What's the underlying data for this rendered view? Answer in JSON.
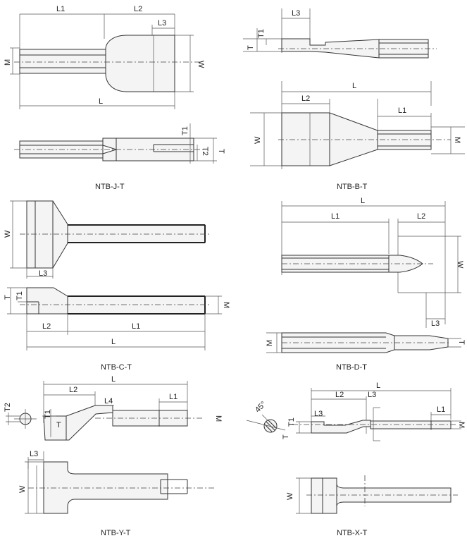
{
  "figures": [
    {
      "caption": "NTB-J-T",
      "labels": {
        "L1": "L1",
        "L2": "L2",
        "L3": "L3",
        "M": "M",
        "W": "W",
        "L": "L",
        "T1": "T1",
        "T2": "T2",
        "T": "T"
      }
    },
    {
      "caption": "NTB-B-T",
      "labels": {
        "L3": "L3",
        "T1": "T1",
        "T": "T",
        "L": "L",
        "L2": "L2",
        "L1": "L1",
        "W": "W",
        "M": "M"
      }
    },
    {
      "caption": "NTB-C-T",
      "labels": {
        "W": "W",
        "L3": "L3",
        "T": "T",
        "T1": "T1",
        "M": "M",
        "L2": "L2",
        "L1": "L1",
        "L": "L"
      }
    },
    {
      "caption": "NTB-D-T",
      "labels": {
        "L": "L",
        "L1": "L1",
        "L2": "L2",
        "W": "W",
        "L3": "L3",
        "M": "M",
        "T": "T"
      }
    },
    {
      "caption": "NTB-Y-T",
      "labels": {
        "L": "L",
        "L2": "L2",
        "L4": "L4",
        "L1": "L1",
        "T2": "T2",
        "T1": "T1",
        "T": "T",
        "M": "M",
        "L3": "L3",
        "W": "W"
      }
    },
    {
      "caption": "NTB-X-T",
      "labels": {
        "L": "L",
        "L2": "L2",
        "L3": "L3",
        "angle": "45°",
        "L1": "L1",
        "T1": "T1",
        "T": "T",
        "M": "M",
        "W": "W"
      }
    }
  ]
}
